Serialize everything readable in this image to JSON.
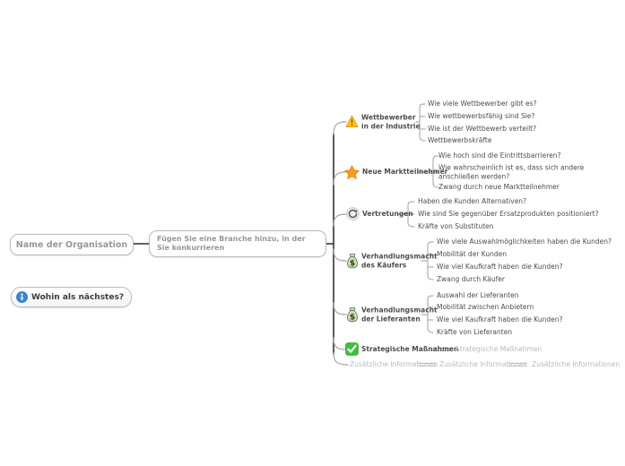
{
  "app": {
    "type": "mindmap-canvas",
    "background": "#ffffff",
    "trunk_color": "#4a4a4a",
    "branch_line_color": "#b0b0b0",
    "ghost_color": "#b9b9b9",
    "node_text_color": "#4d4d4d",
    "placeholder_text_color": "#979797"
  },
  "root": {
    "label": "Name der Organisation"
  },
  "industry_node": {
    "label": "Fügen Sie eine Branche hinzu, in der Sie konkurrieren"
  },
  "next_button": {
    "label": "Wohin als nächstes?",
    "icon": "info-icon",
    "icon_color": "#3e86d6"
  },
  "icons": {
    "warning": {
      "name": "warning-icon",
      "color": "#ffc125"
    },
    "star": {
      "name": "star-icon",
      "color": "#f89b1c"
    },
    "refresh": {
      "name": "refresh-icon",
      "color": "#8a8a8a",
      "glyph": "↻"
    },
    "moneybag": {
      "name": "money-bag-icon",
      "color": "#cfe0b8",
      "glyph": "$"
    },
    "check": {
      "name": "check-icon",
      "color": "#3fbf3f"
    },
    "info": {
      "name": "info-icon",
      "color": "#3e86d6",
      "glyph": "i"
    }
  },
  "branches": [
    {
      "icon": "warning-icon",
      "label": "Wettbewerber in der Industrie",
      "children": [
        "Wie viele Wettbewerber gibt es?",
        "Wie wettbewerbsfähig sind Sie?",
        "Wie ist der Wettbewerb verteilt?",
        "Wettbewerbskräfte"
      ]
    },
    {
      "icon": "star-icon",
      "label": "Neue Marktteilnehmer",
      "children": [
        "Wie hoch sind die Eintrittsbarrieren?",
        "Wie wahrscheinlich ist es, dass sich andere anschließen werden?",
        "Zwang durch neue Marktteilnehmer"
      ]
    },
    {
      "icon": "refresh-icon",
      "label": "Vertretungen",
      "children": [
        "Haben die Kunden Alternativen?",
        "Wie sind Sie gegenüber Ersatzprodukten positioniert?",
        "Kräfte von Substituten"
      ]
    },
    {
      "icon": "money-bag-icon",
      "label": "Verhandlungsmacht des Käufers",
      "children": [
        "Wie viele Auswahlmöglichkeiten haben die Kunden?",
        "Mobilität der Kunden",
        "Wie viel Kaufkraft haben die Kunden?",
        "Zwang durch Käufer"
      ]
    },
    {
      "icon": "money-bag-icon",
      "label": "Verhandlungsmacht der Lieferanten",
      "children": [
        "Auswahl der Lieferanten",
        "Mobilität zwischen Anbietern",
        "Wie viel Kaufkraft haben die Kunden?",
        "Kräfte von Lieferanten"
      ]
    },
    {
      "icon": "check-icon",
      "label": "Strategische Maßnahmen",
      "placeholder": "Strategische Maßnahmen"
    },
    {
      "icon": null,
      "label": "Zusätzliche Informationen",
      "placeholders": [
        "Zusätzliche Informationen",
        "Zusätzliche Informationen"
      ]
    }
  ]
}
